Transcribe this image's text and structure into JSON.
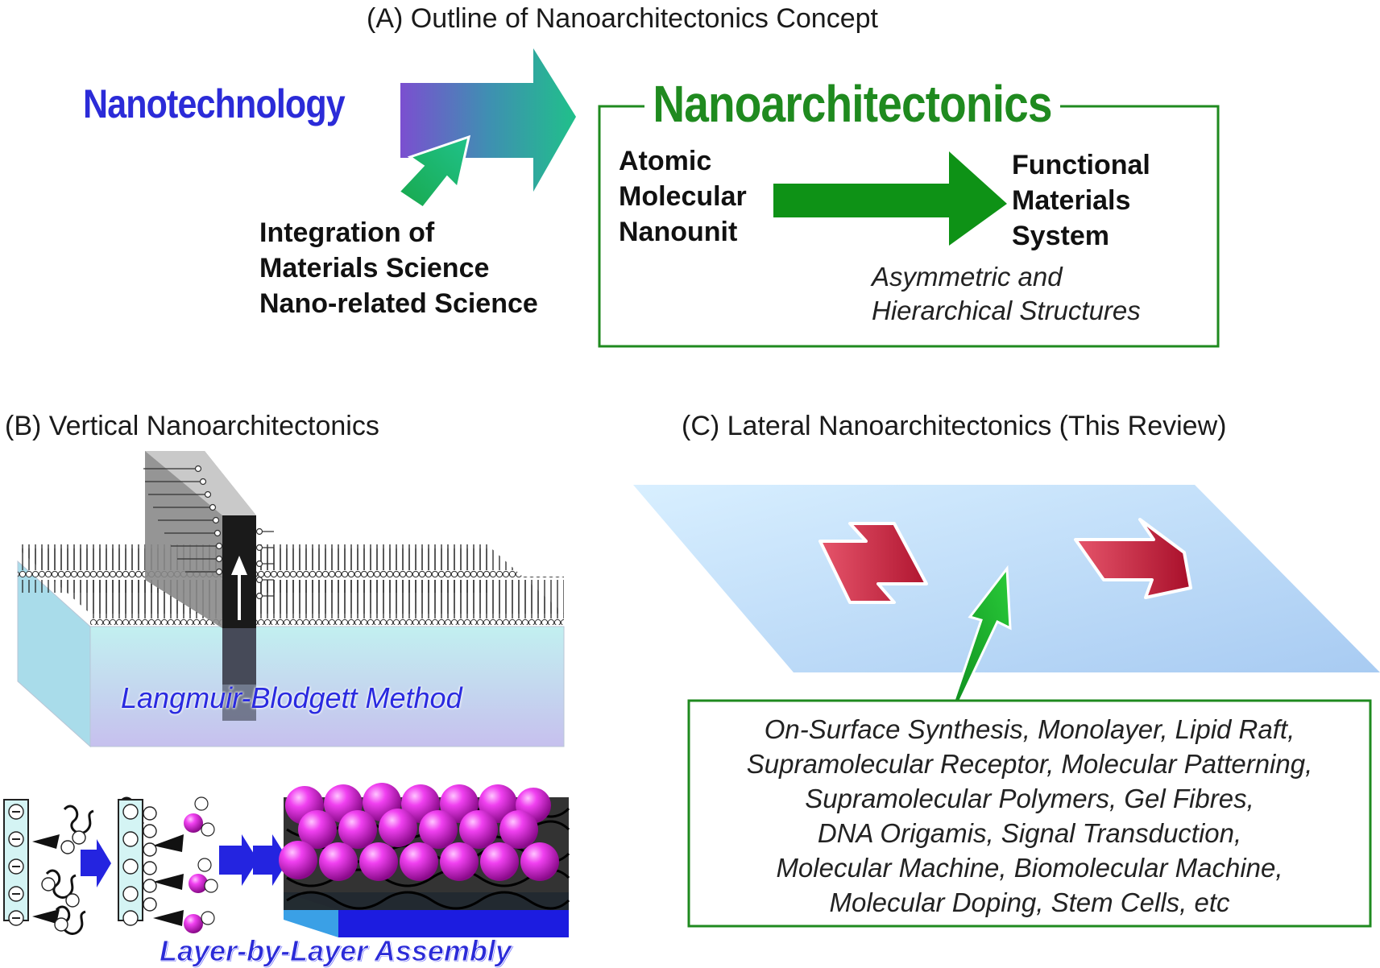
{
  "panel_a": {
    "title": "(A) Outline of Nanoarchitectonics Concept",
    "nanotechnology": "Nanotechnology",
    "integration_lines": [
      "Integration of",
      "Materials Science",
      "Nano-related Science"
    ],
    "nanoarchitectonics": "Nanoarchitectonics",
    "inputs": [
      "Atomic",
      "Molecular",
      "Nanounit"
    ],
    "outputs": [
      "Functional",
      "Materials",
      "System"
    ],
    "structures": [
      "Asymmetric and",
      "Hierarchical Structures"
    ]
  },
  "panel_b": {
    "title": "(B) Vertical Nanoarchitectonics",
    "method_label": "Langmuir-Blodgett Method",
    "assembly_label": "Layer-by-Layer Assembly"
  },
  "panel_c": {
    "title": "(C) Lateral Nanoarchitectonics (This Review)",
    "topics": [
      "On-Surface Synthesis, Monolayer, Lipid Raft,",
      "Supramolecular Receptor, Molecular Patterning,",
      "Supramolecular Polymers, Gel Fibres,",
      "DNA Origamis, Signal Transduction,",
      "Molecular Machine, Biomolecular Machine,",
      "Molecular Doping, Stem Cells, etc"
    ]
  },
  "colors": {
    "nanotech_blue": "#2b2bd8",
    "arch_green": "#1f8a1f",
    "arrow_green": "#0a9a2a",
    "lateral_red": "#c4183a",
    "sphere_magenta": "#e01ee0"
  },
  "icons": [
    "gradient-arrow-icon",
    "green-arrow-icon",
    "red-arrow-icon",
    "white-up-arrow-icon",
    "blue-chevron-icon"
  ]
}
